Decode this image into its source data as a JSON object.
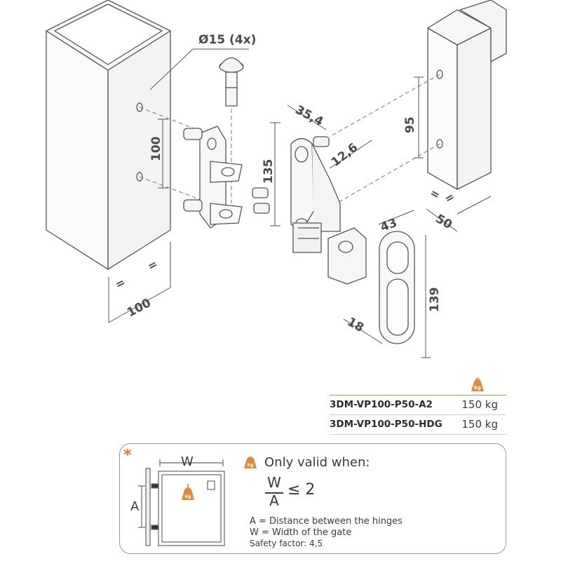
{
  "labels": {
    "hole_dia": "Ø15 (4x)",
    "left_post_spacing": "100",
    "left_post_width": "100",
    "hinge_height": "135",
    "width_35": "35,4",
    "offset_12": "12,6",
    "right_post_spacing": "95",
    "right_post_width": "50",
    "cover_width": "43",
    "cover_height": "139",
    "cover_depth": "18",
    "equal": "="
  },
  "specs": [
    {
      "model": "3DM-VP100-P50-A2",
      "load": "150 kg"
    },
    {
      "model": "3DM-VP100-P50-HDG",
      "load": "150 kg"
    }
  ],
  "icons": {
    "weight": "kg"
  },
  "colors": {
    "accent": "#e08a3c",
    "line": "#555555",
    "text": "#3a3a3a"
  },
  "note": {
    "asterisk": "*",
    "title": "Only valid when:",
    "gate_width_label": "W",
    "gate_height_label": "A",
    "formula": {
      "numerator": "W",
      "denominator": "A",
      "relation": "≤ 2"
    },
    "definitions": [
      "A  = Distance between the hinges",
      "W  = Width of the gate",
      "Safety factor: 4,5"
    ]
  }
}
